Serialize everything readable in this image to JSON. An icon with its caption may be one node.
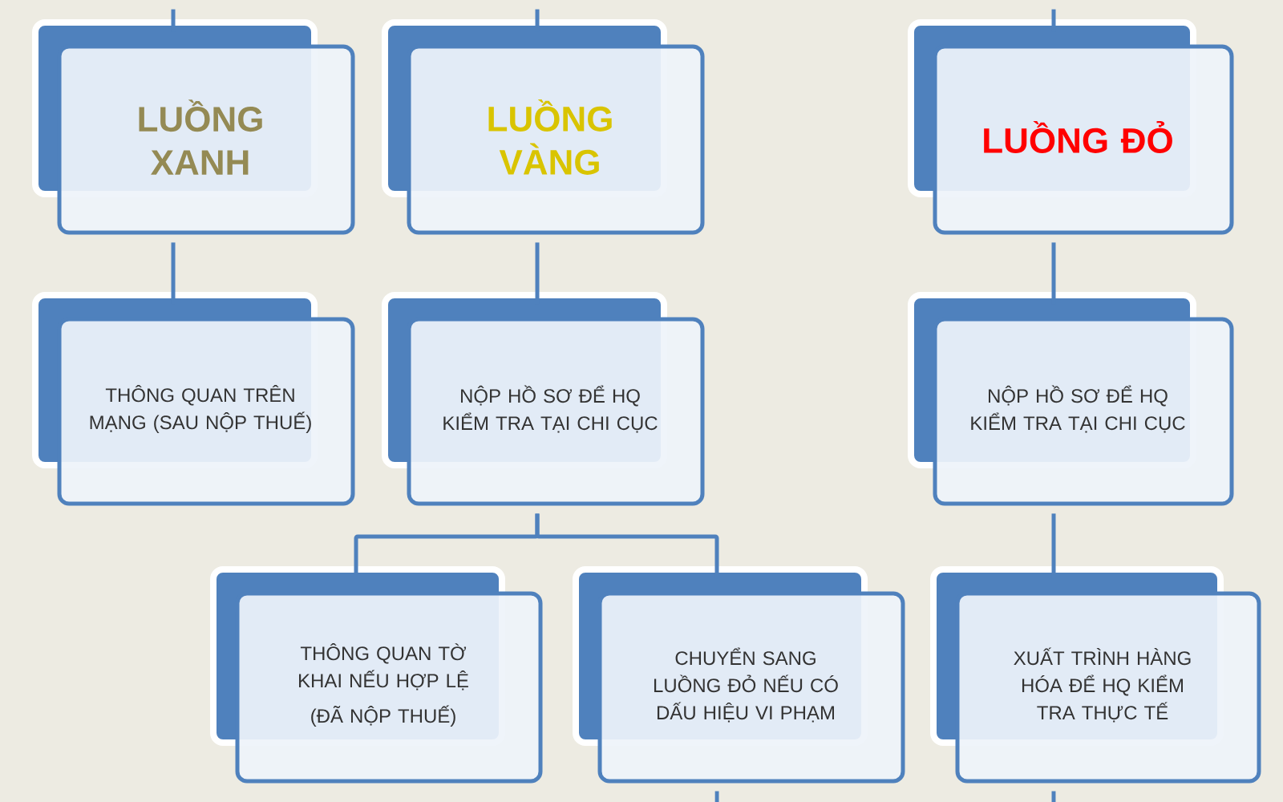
{
  "diagram": {
    "nodes": [
      {
        "text": [
          "LUỒNG XANH"
        ]
      },
      {
        "text": [
          "LUỒNG VÀNG"
        ]
      },
      {
        "text": [
          "LUỒNG ĐỎ"
        ]
      },
      {
        "text": [
          "THÔNG QUAN TRÊN MẠNG (SAU NỘP THUẾ)"
        ]
      },
      {
        "text": [
          "NỘP HỒ SƠ ĐỂ HQ KIỂM TRA TẠI CHI CỤC"
        ]
      },
      {
        "text": [
          "NỘP HỒ SƠ ĐỂ HQ KIỂM TRA TẠI CHI CỤC"
        ]
      },
      {
        "text": [
          "THÔNG QUAN TỜ KHAI NẾU HỢP LỆ",
          "(ĐÃ NỘP THUẾ)"
        ]
      },
      {
        "text": [
          "CHUYỂN SANG LUỒNG ĐỎ NẾU CÓ DẤU HIỆU VI PHẠM"
        ]
      },
      {
        "text": [
          "XUẤT TRÌNH HÀNG HÓA ĐỂ HQ KIỂM TRA THỰC TẾ"
        ]
      }
    ],
    "edges": [
      {
        "from": null,
        "to": 0,
        "arrow": "none"
      },
      {
        "from": null,
        "to": 1,
        "arrow": "none"
      },
      {
        "from": null,
        "to": 2,
        "arrow": "none"
      },
      {
        "from": 0,
        "to": 3,
        "arrow": "none"
      },
      {
        "from": 1,
        "to": 4,
        "arrow": "none"
      },
      {
        "from": 2,
        "to": 5,
        "arrow": "none"
      },
      {
        "from": 4,
        "to": 6,
        "arrow": "none"
      },
      {
        "from": 4,
        "to": 7,
        "arrow": "none"
      },
      {
        "from": 5,
        "to": 8,
        "arrow": "none"
      },
      {
        "from": 7,
        "to": null,
        "arrow": "none"
      },
      {
        "from": 8,
        "to": null,
        "arrow": "none"
      }
    ]
  }
}
